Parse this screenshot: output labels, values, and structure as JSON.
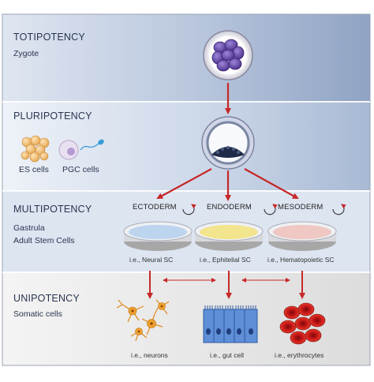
{
  "bands": [
    {
      "title": "TOTIPOTENCY",
      "subtitle": [
        "Zygote"
      ]
    },
    {
      "title": "PLURIPOTENCY",
      "subtitle": []
    },
    {
      "title": "MULTIPOTENCY",
      "subtitle": [
        "Gastrula",
        "Adult Stem Cells"
      ]
    },
    {
      "title": "UNIPOTENCY",
      "subtitle": [
        "Somatic cells"
      ]
    }
  ],
  "pluripotent_cells": {
    "es": "ES cells",
    "pgc": "PGC cells"
  },
  "germ_layers": [
    {
      "name": "ECTODERM",
      "example": "i.e., Neural SC",
      "color": "#bcd4ee",
      "product": "i.e., neurons"
    },
    {
      "name": "ENDODERM",
      "example": "i.e., Ephitelial SC",
      "color": "#f3e58e",
      "product": "i.e., gut cell"
    },
    {
      "name": "MESODERM",
      "example": "i.e., Hematopoietic SC",
      "color": "#efc7c3",
      "product": "i.e., erythrocytes"
    }
  ],
  "colors": {
    "arrow": "#c62828",
    "band_top": "#c9d4e6",
    "band_light": "#e9eef6",
    "bottom_band": "#e8e8e8"
  }
}
